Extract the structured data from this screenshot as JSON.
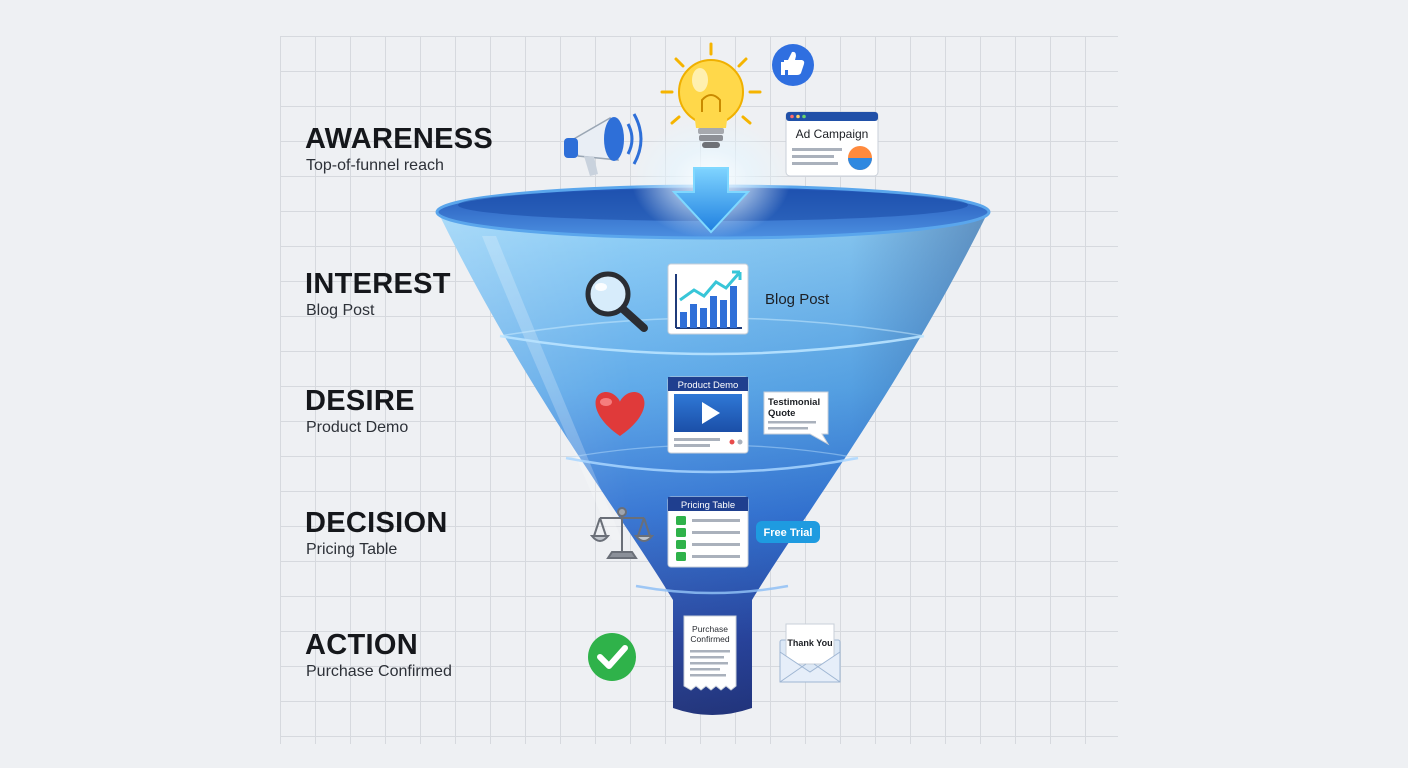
{
  "stages": [
    {
      "title": "AWARENESS",
      "subtitle": "Top-of-funnel reach"
    },
    {
      "title": "INTEREST",
      "subtitle": "Blog Post"
    },
    {
      "title": "DESIRE",
      "subtitle": "Product Demo"
    },
    {
      "title": "DECISION",
      "subtitle": "Pricing Table"
    },
    {
      "title": "ACTION",
      "subtitle": "Purchase Confirmed"
    }
  ],
  "cards": {
    "ad_campaign": "Ad Campaign",
    "blog_post": "Blog Post",
    "product_demo": "Product Demo",
    "testimonial_line1": "Testimonial",
    "testimonial_line2": "Quote",
    "pricing_table": "Pricing Table",
    "free_trial": "Free Trial",
    "purchase_line1": "Purchase",
    "purchase_line2": "Confirmed",
    "thank_you": "Thank You"
  },
  "icons": {
    "awareness": [
      "megaphone-icon",
      "lightbulb-icon",
      "thumbs-up-icon",
      "ad-campaign-card"
    ],
    "interest": [
      "magnifier-icon",
      "growth-chart-icon"
    ],
    "desire": [
      "heart-icon",
      "video-player-icon",
      "testimonial-bubble-icon"
    ],
    "decision": [
      "balance-scale-icon",
      "checklist-icon",
      "free-trial-pill"
    ],
    "action": [
      "checkmark-icon",
      "receipt-icon",
      "envelope-icon"
    ]
  },
  "colors": {
    "funnel_light": "#7cc6f4",
    "funnel_dark": "#1f3a8a",
    "accent_blue": "#1e6fd9",
    "check_green": "#2fb24a",
    "heart_red": "#e03a3a",
    "bulb_yellow": "#ffd84a"
  }
}
